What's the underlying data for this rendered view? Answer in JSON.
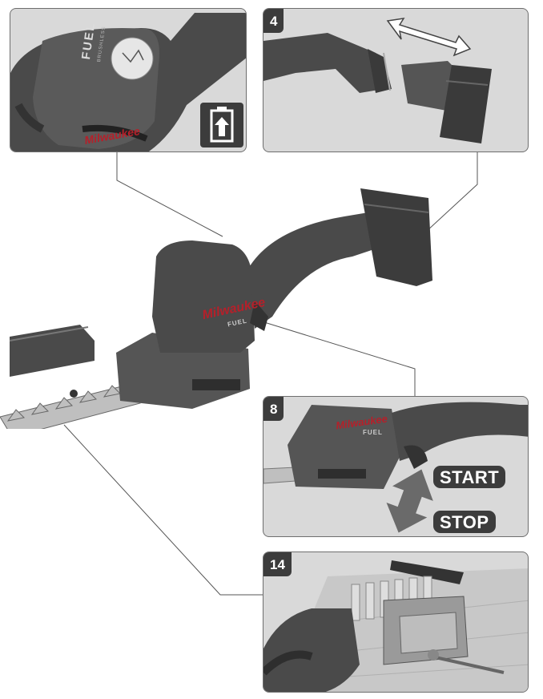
{
  "panels": {
    "top_left": {
      "brand_logo": "Milwaukee",
      "fuel_label": "FUEL",
      "brushless_label": "BRUSHLESS",
      "icon": "battery-charge-up-icon"
    },
    "top_right": {
      "step": "4",
      "icon": "double-arrow-icon"
    },
    "middle_right": {
      "step": "8",
      "brand_logo": "Milwaukee",
      "fuel_label": "FUEL",
      "start_label": "START",
      "stop_label": "STOP"
    },
    "bottom_right": {
      "step": "14"
    }
  },
  "main_tool": {
    "brand_logo": "Milwaukee",
    "fuel_label": "FUEL"
  },
  "colors": {
    "panel_bg": "#d9d9d9",
    "tag_bg": "#3c3c3c",
    "tool_dark": "#4a4a4a",
    "accent_red": "#b5202a"
  }
}
